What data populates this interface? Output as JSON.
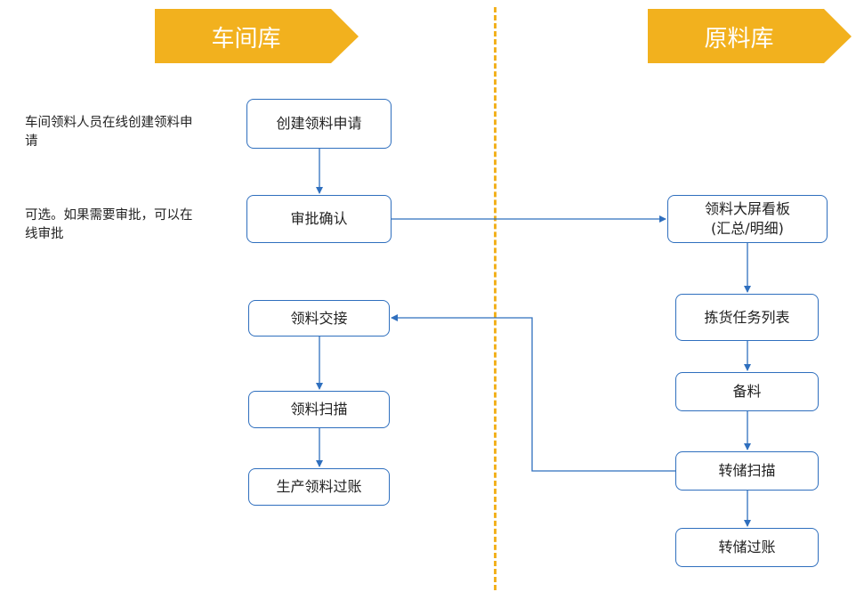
{
  "lanes": {
    "left_title": "车间库",
    "right_title": "原料库"
  },
  "notes": {
    "create_note": "车间领料人员在线创建领料申请",
    "approve_note": "可选。如果需要审批，可以在线审批"
  },
  "boxes": {
    "create_request": "创建领料申请",
    "approval_confirm": "审批确认",
    "material_handover": "领料交接",
    "material_scan": "领料扫描",
    "production_posting": "生产领料过账",
    "dashboard_line1": "领料大屏看板",
    "dashboard_line2": "(汇总/明细)",
    "picking_task_list": "拣货任务列表",
    "prepare_material": "备料",
    "transfer_scan": "转储扫描",
    "transfer_posting": "转储过账"
  },
  "colors": {
    "header_fill": "#f2b11e",
    "divider": "#f2b11e",
    "box_border": "#2f6fbe",
    "arrow": "#2f6fbe"
  }
}
